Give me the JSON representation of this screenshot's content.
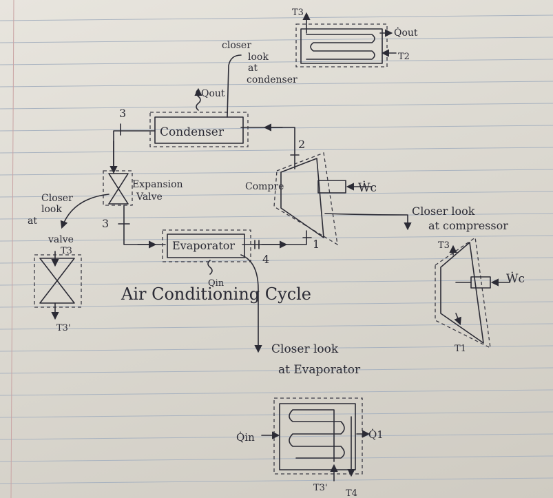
{
  "labels": {
    "state_3_top": "3",
    "state_2": "2",
    "state_3_bottom": "3",
    "state_1": "1",
    "state_4": "4",
    "q_out_main": "Qout",
    "q_in_main": "Qin",
    "w_c_main": "Ẇc",
    "condenser": "Condenser",
    "expansion_valve_line1": "Expansion",
    "expansion_valve_line2": "Valve",
    "evaporator": "Evaporator",
    "compressor": "Compre",
    "cycle_title": "Air Conditioning Cycle"
  },
  "callouts": {
    "condenser": [
      "closer",
      "look",
      "at",
      "condenser"
    ],
    "valve": [
      "Closer",
      "look",
      "at",
      "valve"
    ],
    "compressor": [
      "Closer look",
      "at compressor"
    ],
    "evaporator": [
      "Closer look",
      "at Evaporator"
    ]
  },
  "condenser_detail": {
    "t_in": "T3",
    "t_out": "T2",
    "q": "Q̇out"
  },
  "valve_detail": {
    "t_in": "T3",
    "t_out": "T3'"
  },
  "compressor_detail": {
    "t_out": "T3",
    "t_in": "T1",
    "w": "Ẇc"
  },
  "evaporator_detail": {
    "q_in": "Q̇in",
    "q_out": "Q̇1",
    "t_in": "T3'",
    "t_out": "T4"
  }
}
